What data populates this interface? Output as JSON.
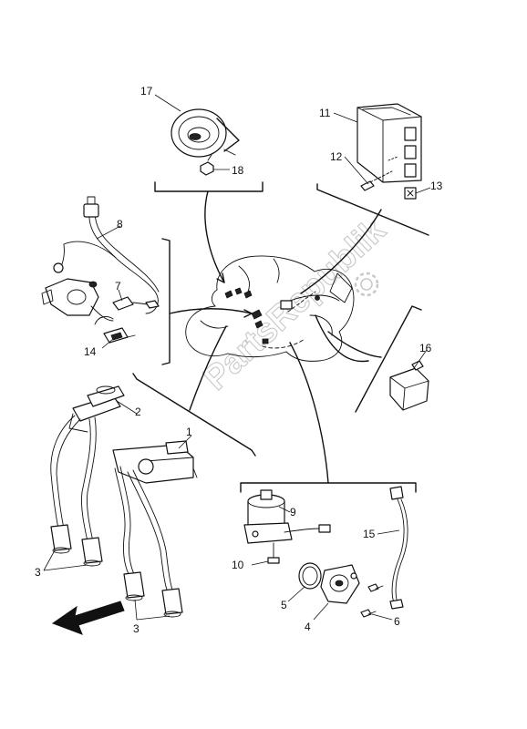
{
  "callouts": {
    "c1": "1",
    "c2": "2",
    "c3a": "3",
    "c3b": "3",
    "c4": "4",
    "c5": "5",
    "c6": "6",
    "c7": "7",
    "c8": "8",
    "c9": "9",
    "c10": "10",
    "c11": "11",
    "c12": "12",
    "c13": "13",
    "c14": "14",
    "c15": "15",
    "c16": "16",
    "c17": "17",
    "c18": "18"
  },
  "watermark": "PartsRepublik",
  "colors": {
    "line": "#111111",
    "watermark": "#c8c8c8",
    "background": "#ffffff"
  },
  "icons": {
    "watermark_logo": "gear-icon",
    "direction": "front-arrow-icon"
  }
}
